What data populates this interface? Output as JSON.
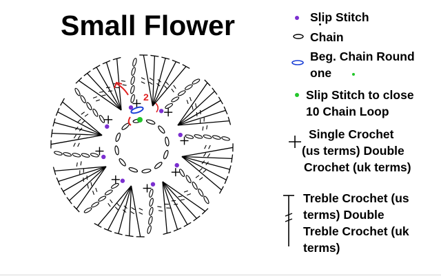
{
  "title": "Small Flower",
  "legend": {
    "slip_stitch": "Slip Stitch",
    "chain": "Chain",
    "beg_chain_line1": "Beg. Chain Round",
    "beg_chain_line2": "one",
    "slip_close_line1": "Slip Stitch to close",
    "slip_close_line2": "10 Chain Loop",
    "sc_line1": "Single Crochet",
    "sc_line2": "(us terms) Double",
    "sc_line3": "Crochet (uk terms)",
    "tc_line1": "Treble Crochet (us",
    "tc_line2": "terms) Double",
    "tc_line3": "Treble Crochet (uk",
    "tc_line4": "terms)"
  },
  "annotations": {
    "round_number": "2"
  },
  "colors": {
    "slip_stitch": "#7b2fd0",
    "closing_slip_stitch": "#22c62a",
    "beg_chain": "#1a3fd6",
    "annotation": "#e02020",
    "ink": "#000000"
  },
  "petal_count": 8
}
